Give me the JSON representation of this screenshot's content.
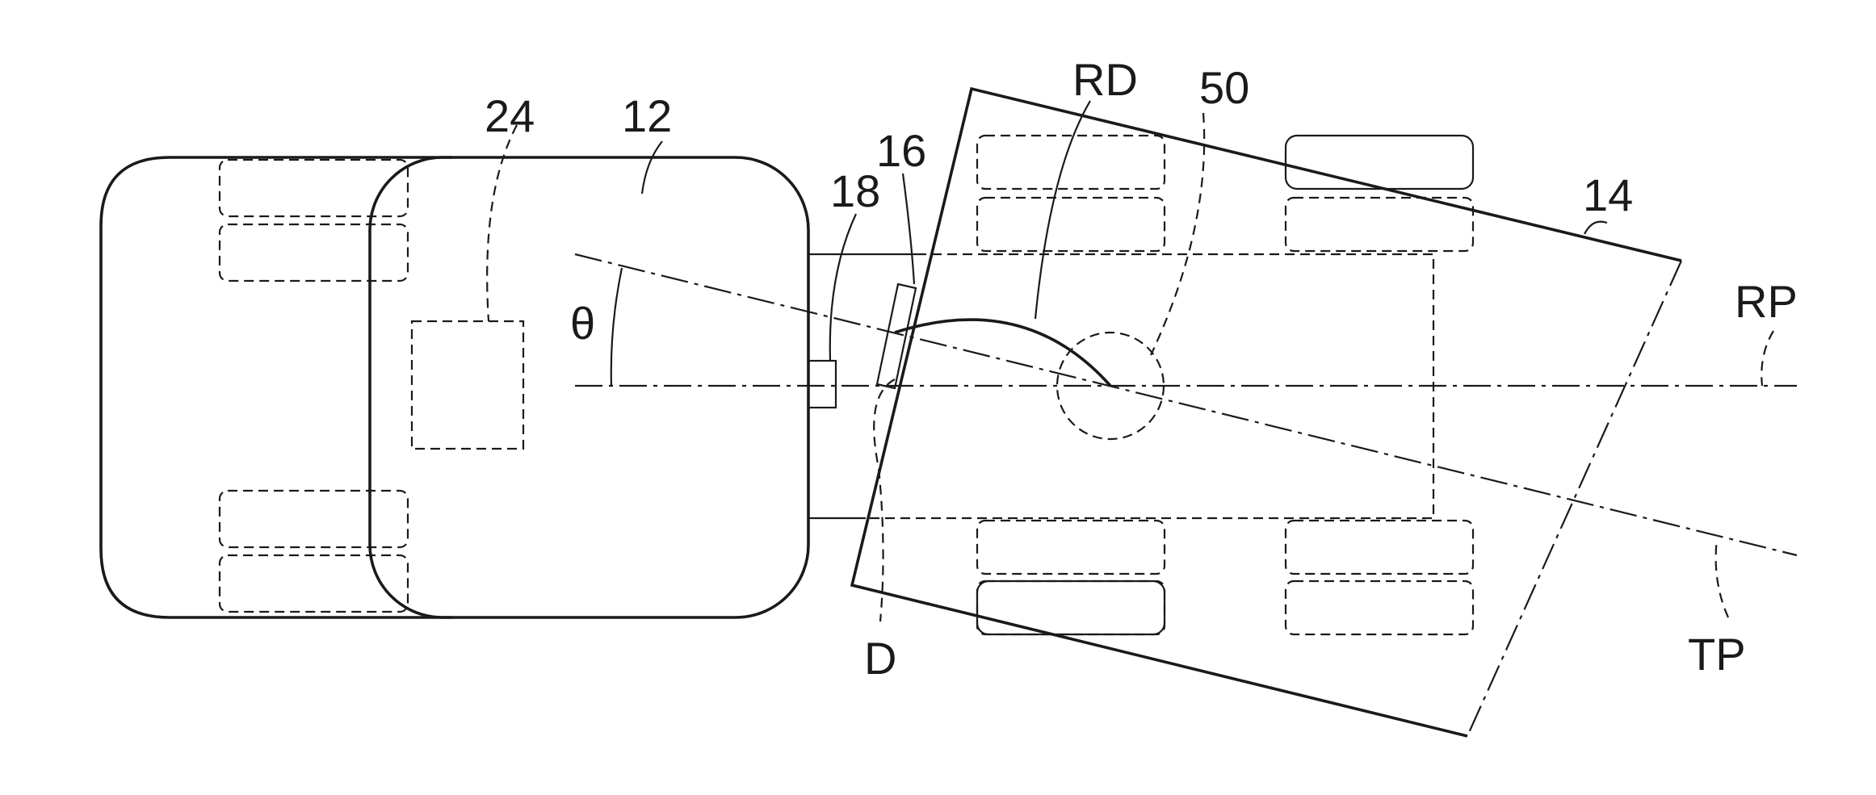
{
  "labels": {
    "tow_vehicle": "12",
    "trailer": "14",
    "sensor": "16",
    "hitch": "18",
    "controller": "24",
    "coupler_zone": "50",
    "hitch_angle": "θ",
    "reference_path": "RP",
    "trailer_path": "TP",
    "radial_distance": "RD",
    "distance": "D"
  },
  "colors": {
    "line": "#1a1a1a",
    "background": "#ffffff"
  }
}
